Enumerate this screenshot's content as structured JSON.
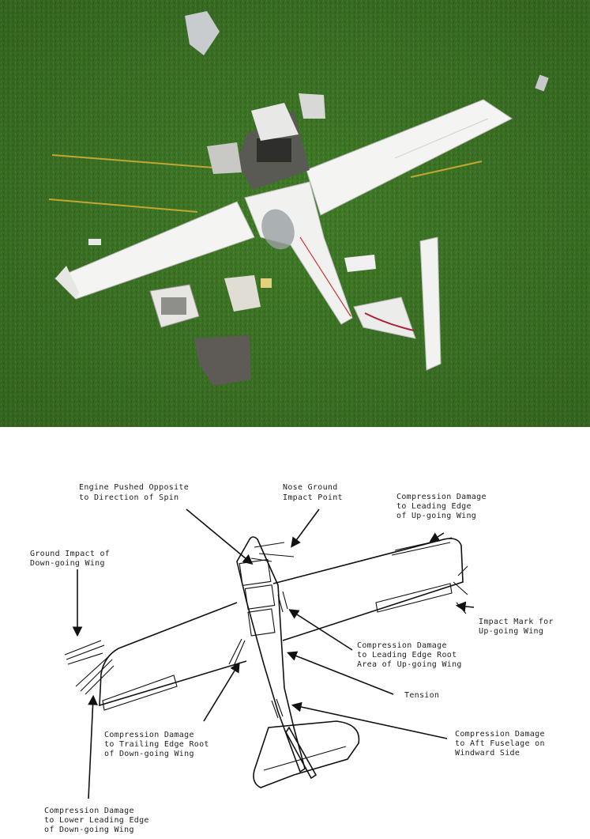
{
  "photo": {
    "alt_icon": "crashed-aircraft-photo",
    "grass_color": "#3f7a26",
    "paint_color": "#f4f4f2",
    "marker_color": "#d9b233"
  },
  "diagram": {
    "labels": {
      "engine": [
        "Engine Pushed Opposite",
        "to Direction of Spin"
      ],
      "nose": [
        "Nose Ground",
        "Impact Point"
      ],
      "compression_up_leading": [
        "Compression Damage",
        "to Leading Edge",
        "of Up-going Wing"
      ],
      "ground_impact_down": [
        "Ground Impact of",
        "Down-going Wing"
      ],
      "impact_mark_up": [
        "Impact Mark for",
        "Up-going Wing"
      ],
      "compression_root_up": [
        "Compression Damage",
        "to Leading Edge Root",
        "Area of Up-going Wing"
      ],
      "tension": [
        "Tension"
      ],
      "compression_trailing_down": [
        "Compression Damage",
        "to Trailing Edge Root",
        "of Down-going Wing"
      ],
      "compression_aft": [
        "Compression Damage",
        "to Aft Fuselage on",
        "Windward Side"
      ],
      "compression_lower_down": [
        "Compression Damage",
        "to Lower Leading Edge",
        "of Down-going Wing"
      ]
    }
  }
}
